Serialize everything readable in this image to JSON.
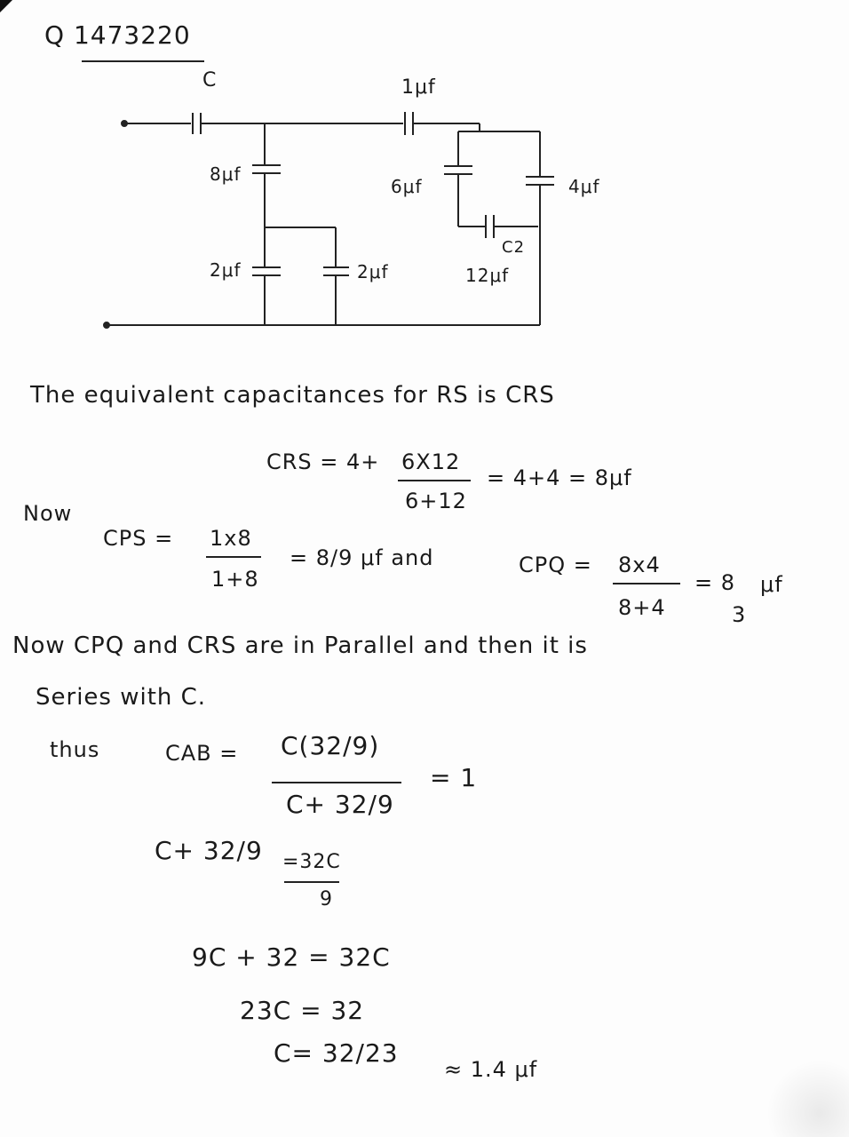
{
  "header": {
    "question_id": "Q 1473220"
  },
  "circuit": {
    "labels": {
      "c_top": "C",
      "cap_1uf": "1μf",
      "cap_8uf": "8μf",
      "cap_6uf": "6μf",
      "cap_4uf": "4μf",
      "cap_2uf_left": "2μf",
      "cap_2uf_right": "2μf",
      "c2": "C2",
      "cap_12uf": "12μf"
    }
  },
  "solution": {
    "line1": "The equivalent capacitances for RS is CRS",
    "crs_lhs": "CRS = 4+",
    "crs_num": "6X12",
    "crs_den": "6+12",
    "crs_rhs": "= 4+4 = 8μf",
    "now1": "Now",
    "cps_lhs": "CPS =",
    "cps_num": "1x8",
    "cps_den": "1+8",
    "cps_rhs": "= 8/9 μf and",
    "cpq_lhs": "CPQ =",
    "cpq_num": "8x4",
    "cpq_den": "8+4",
    "cpq_rhs_a": "= 8",
    "cpq_rhs_b": "μf",
    "cpq_rhs_den": "3",
    "line_parallel": "Now CPQ and CRS are in Parallel and then it is",
    "line_series": "Series with C.",
    "thus": "thus",
    "cab_lhs": "CAB =",
    "cab_num": "C(32/9)",
    "cab_den": "C+ 32/9",
    "cab_rhs": "= 1",
    "step1_lhs": "C+ 32/9",
    "step1_num": "=32C",
    "step1_den": "9",
    "step2": "9C + 32 = 32C",
    "step3": "23C = 32",
    "step4": "C= 32/23",
    "step4_rhs": "≈ 1.4 μf"
  }
}
